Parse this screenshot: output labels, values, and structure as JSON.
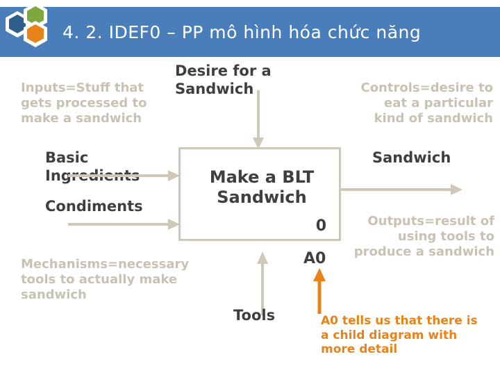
{
  "slide": {
    "title": "4. 2. IDEF0 – PP mô hình hóa chức năng",
    "title_bar_color": "#4a7ebb",
    "logo": {
      "name": "hexagon-logo",
      "colors": [
        "#2e5f8a",
        "#e8821a",
        "#7ba83f"
      ]
    }
  },
  "diagram": {
    "type": "idef0-context-diagram",
    "center_box": {
      "label": "Make a BLT\nSandwich",
      "line1": "Make a BLT",
      "line2": "Sandwich",
      "number": "0",
      "node_id": "A0",
      "border_color": "#cfc8b8"
    },
    "labels": {
      "control_top": "Desire for a Sandwich",
      "input_1": "Basic Ingredients",
      "input_2": "Condiments",
      "output": "Sandwich",
      "mechanism": "Tools"
    },
    "annotations": {
      "inputs_note": "Inputs=Stuff that gets processed to make a sandwich",
      "controls_note": "Controls=desire to eat a particular kind of sandwich",
      "outputs_note": "Outputs=result of using tools to produce a sandwich",
      "mechanisms_note": "Mechanisms=necessary tools to actually make sandwich",
      "a0_note": "A0 tells us that there is a child diagram with more detail",
      "note_color": "#c8c2b4",
      "a0_note_color": "#e8821a"
    },
    "arrow_color": "#cfc8b8",
    "a0_arrow_color": "#e8821a"
  }
}
